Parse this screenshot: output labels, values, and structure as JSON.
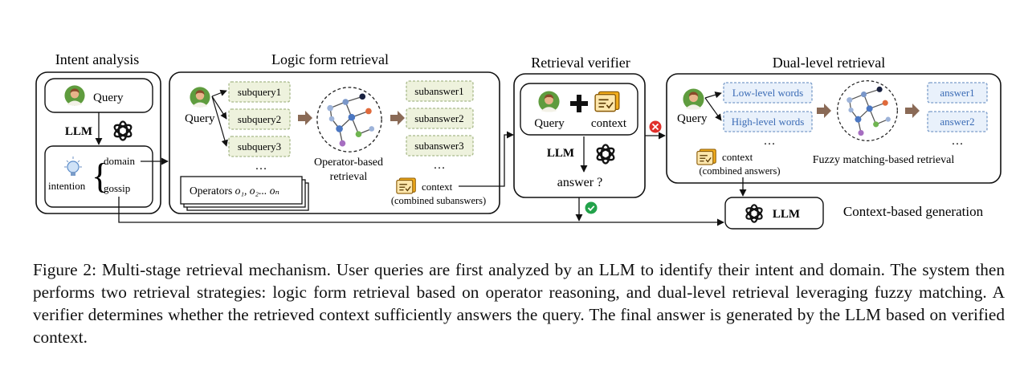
{
  "intent": {
    "title": "Intent analysis",
    "query": "Query",
    "llm": "LLM",
    "intention": "intention",
    "domain": "domain",
    "gossip": "gossip"
  },
  "logic": {
    "title": "Logic form retrieval",
    "query": "Query",
    "subqueries": [
      "subquery1",
      "subquery2",
      "subquery3"
    ],
    "ellipsis": "…",
    "operator_line1": "Operator-based",
    "operator_line2": "retrieval",
    "subanswers": [
      "subanswer1",
      "subanswer2",
      "subanswer3"
    ],
    "operators_label": "Operators",
    "operators_math": "o₁, o₂... oₙ",
    "context": "context",
    "context_sub": "(combined subanswers)"
  },
  "verifier": {
    "title": "Retrieval verifier",
    "query": "Query",
    "context": "context",
    "llm": "LLM",
    "answer": "answer ?"
  },
  "dual": {
    "title": "Dual-level retrieval",
    "query": "Query",
    "low": "Low-level words",
    "high": "High-level words",
    "ellipsis": "…",
    "answers": [
      "answer1",
      "answer2"
    ],
    "fuzzy": "Fuzzy matching-based retrieval",
    "context": "context",
    "context_sub": "(combined answers)"
  },
  "generation": {
    "llm": "LLM",
    "label": "Context-based generation"
  },
  "caption": "Figure 2: Multi-stage retrieval mechanism. User queries are first analyzed by an LLM to identify their intent and domain. The system then performs two retrieval strategies: logic form retrieval based on operator reasoning, and dual-level retrieval leveraging fuzzy matching. A verifier determines whether the retrieved context sufficiently answers the query. The final answer is generated by the LLM based on verified context.",
  "colors": {
    "subquery_fill": "#eef2dd",
    "subquery_stroke": "#a8b98a",
    "word_fill": "#e9f1fb",
    "word_stroke": "#7a9cc9",
    "word_text": "#3a6bb5",
    "arrow_brown": "#8a6a56",
    "red": "#e0302b",
    "green": "#22a24a"
  },
  "icons": [
    "user-avatar-icon",
    "llm-logo-icon",
    "lightbulb-icon",
    "context-document-icon",
    "plus-icon",
    "knowledge-graph-icon",
    "cross-icon",
    "check-icon"
  ]
}
